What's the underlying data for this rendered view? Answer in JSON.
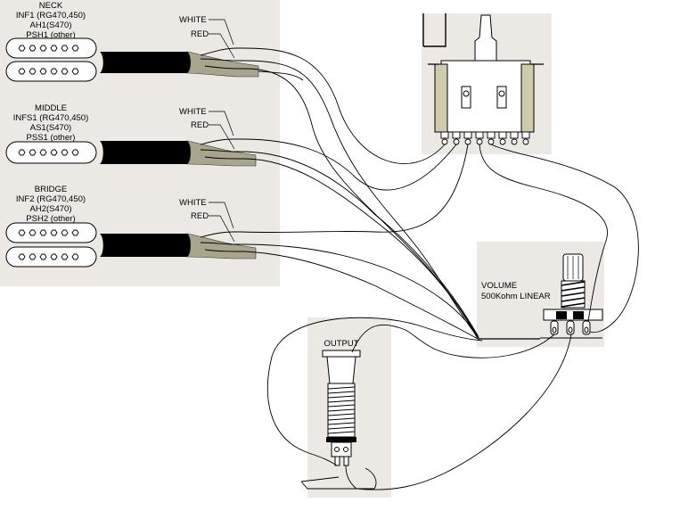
{
  "pickups": {
    "neck": {
      "title": "NECK",
      "line1": "INF1 (RG470,450)",
      "line2": "AH1(S470)",
      "line3": "PSH1 (other)"
    },
    "middle": {
      "title": "MIDDLE",
      "line1": "INFS1 (RG470,450)",
      "line2": "AS1(S470)",
      "line3": "PSS1 (other)"
    },
    "bridge": {
      "title": "BRIDGE",
      "line1": "INF2 (RG470,450)",
      "line2": "AH2(S470)",
      "line3": "PSH2 (other)"
    }
  },
  "wire_labels": {
    "neck": {
      "white": "WHITE",
      "red": "RED"
    },
    "middle": {
      "white": "WHITE",
      "red": "RED"
    },
    "bridge": {
      "white": "WHITE",
      "red": "RED"
    }
  },
  "volume": {
    "line1": "VOLUME",
    "line2": "500Kohm LINEAR"
  },
  "output": {
    "label": "OUTPUT"
  },
  "colors": {
    "panel": "#ece9e4",
    "cable": "#000000",
    "wire_sheath": "#a8a58c",
    "switch_rail": "#cfcbae"
  }
}
